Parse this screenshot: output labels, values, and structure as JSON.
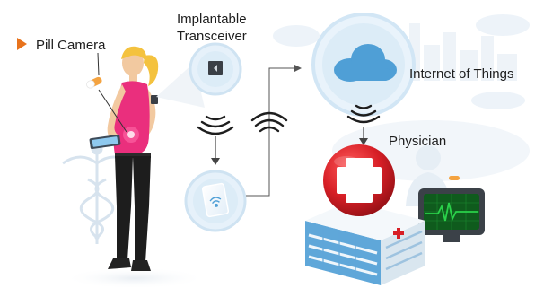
{
  "labels": {
    "pill_camera": "Pill Camera",
    "implantable_line1": "Implantable",
    "implantable_line2": "Transceiver",
    "internet_of_things": "Internet of Things",
    "physician": "Physician"
  },
  "colors": {
    "accent_orange": "#e8731c",
    "circle_fill": "#dcecf7",
    "circle_ring": "#c7e0f1",
    "cloud_blue": "#4f9fd6",
    "cross_red": "#d71f26",
    "shirt_pink": "#ea2f7d",
    "pants_black": "#1d1d1d",
    "hair_blonde": "#f4c23e",
    "skin": "#f2c9a0",
    "monitor_green": "#2ad14a",
    "hospital_blue": "#5fa7d9"
  },
  "icons": [
    "pill-icon",
    "implant-chip-icon",
    "wifi-signal-icon",
    "tablet-icon",
    "cloud-icon",
    "medical-cross-icon",
    "caduceus-icon",
    "heart-monitor-icon",
    "hospital-building-icon"
  ]
}
